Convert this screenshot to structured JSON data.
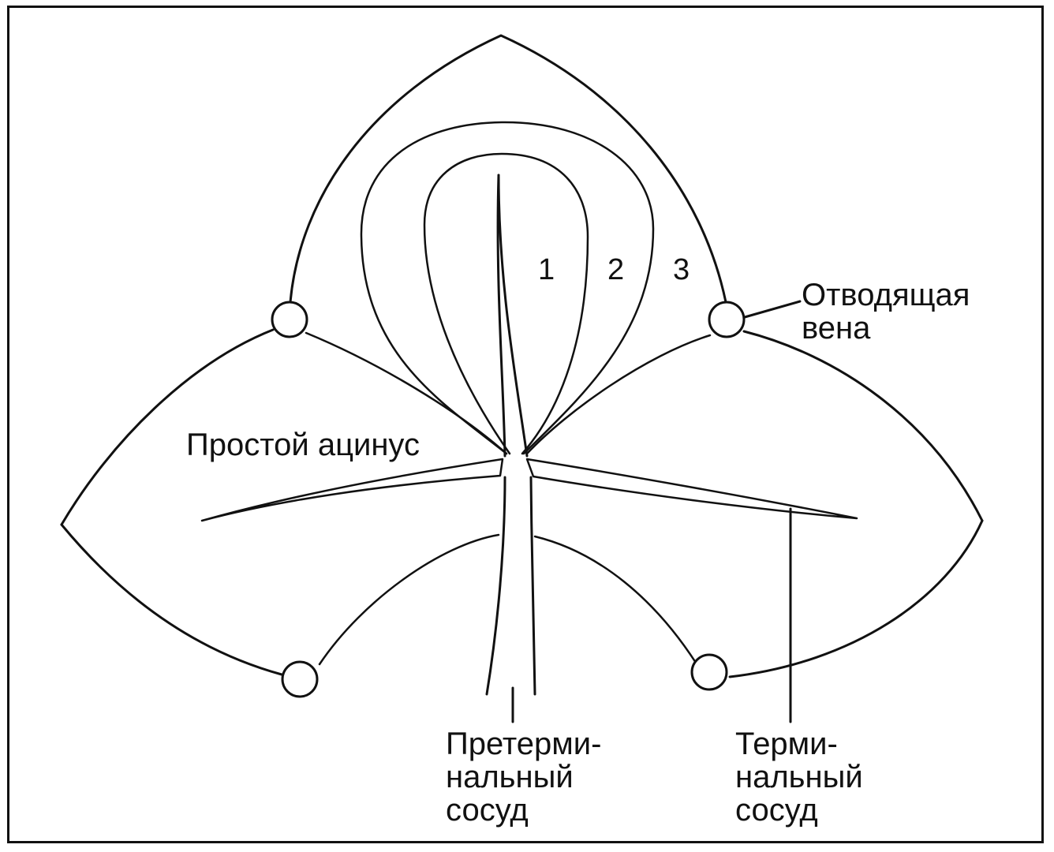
{
  "labels": {
    "zone_1": "1",
    "zone_2": "2",
    "zone_3": "3",
    "efferent_vein": "Отводящая\nвена",
    "simple_acinus": "Простой ацинус",
    "preterminal_vessel": "Претерми-\nнальный\nсосуд",
    "terminal_vessel": "Терми-\nнальный\nсосуд"
  },
  "colors": {
    "ink": "#111111",
    "background": "#ffffff"
  }
}
